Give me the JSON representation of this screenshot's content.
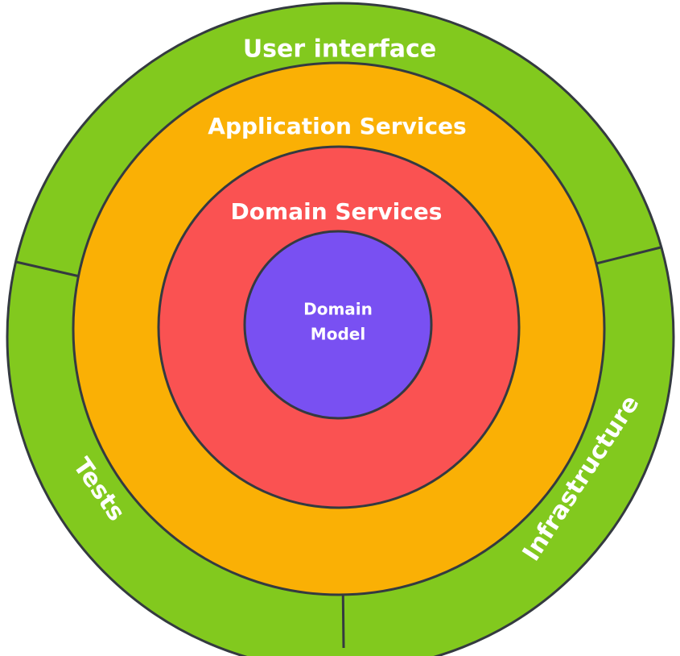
{
  "diagram": {
    "layers": {
      "outer": {
        "user_interface": "User interface",
        "tests": "Tests",
        "infrastructure": "Infrastructure",
        "color": "#82c91e"
      },
      "application": {
        "label": "Application Services",
        "color": "#fab005"
      },
      "domain_services": {
        "label": "Domain Services",
        "color": "#fa5252"
      },
      "domain_model": {
        "line1": "Domain",
        "line2": "Model",
        "color": "#7950f2"
      }
    },
    "stroke_color": "#343a40"
  }
}
